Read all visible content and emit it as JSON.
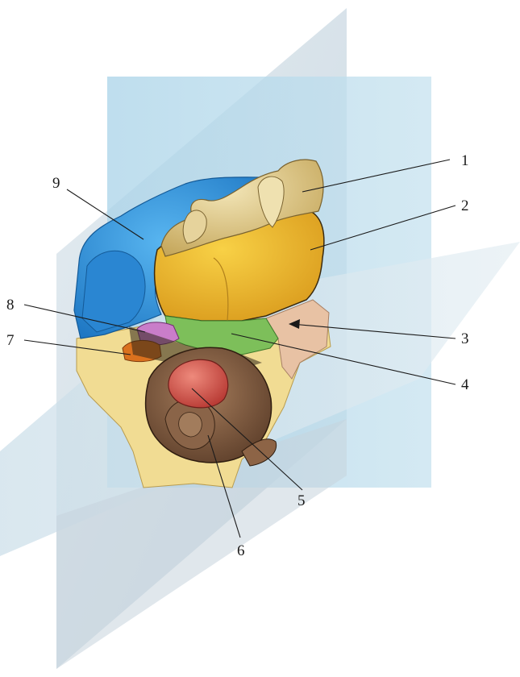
{
  "callouts": [
    {
      "id": "c1",
      "label": "1"
    },
    {
      "id": "c2",
      "label": "2"
    },
    {
      "id": "c3",
      "label": "3"
    },
    {
      "id": "c4",
      "label": "4"
    },
    {
      "id": "c5",
      "label": "5"
    },
    {
      "id": "c6",
      "label": "6"
    },
    {
      "id": "c7",
      "label": "7"
    },
    {
      "id": "c8",
      "label": "8"
    },
    {
      "id": "c9",
      "label": "9"
    }
  ],
  "colors": {
    "plane_frontal": "#b9dcec",
    "plane_sagittal": "#c9d7e2",
    "plane_horizontal": "#d6e3ea",
    "structure_1": "#c9a85a",
    "structure_2": "#e9b52c",
    "structure_3": "#e7c2a5",
    "structure_4": "#7fbf5c",
    "structure_5": "#d5584f",
    "structure_6": "#7e5a40",
    "structure_7": "#d9701f",
    "structure_8": "#c678c6",
    "structure_9": "#2e8fd6",
    "base_tissue": "#f0d98e"
  }
}
